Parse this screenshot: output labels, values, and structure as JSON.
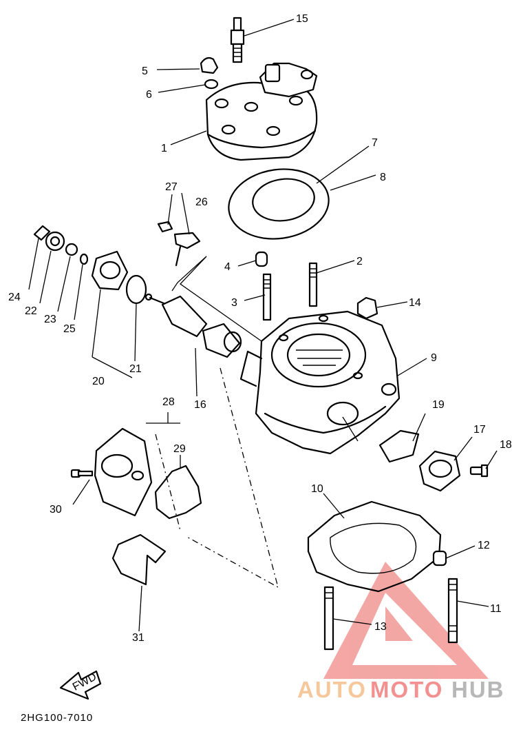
{
  "diagram": {
    "code": "2HG100-7010",
    "fwd_label": "FWD",
    "callouts": [
      "1",
      "2",
      "3",
      "4",
      "5",
      "6",
      "7",
      "8",
      "9",
      "10",
      "11",
      "12",
      "13",
      "14",
      "15",
      "16",
      "17",
      "18",
      "19",
      "20",
      "21",
      "22",
      "23",
      "24",
      "25",
      "26",
      "27",
      "28",
      "29",
      "30",
      "31"
    ]
  },
  "watermark": {
    "part1": "AUTO",
    "part2": "MOTO",
    "part3": "HUB",
    "colors": {
      "auto": "#f6c79a",
      "moto": "#f2918f",
      "hub": "#b7b7b7"
    }
  }
}
